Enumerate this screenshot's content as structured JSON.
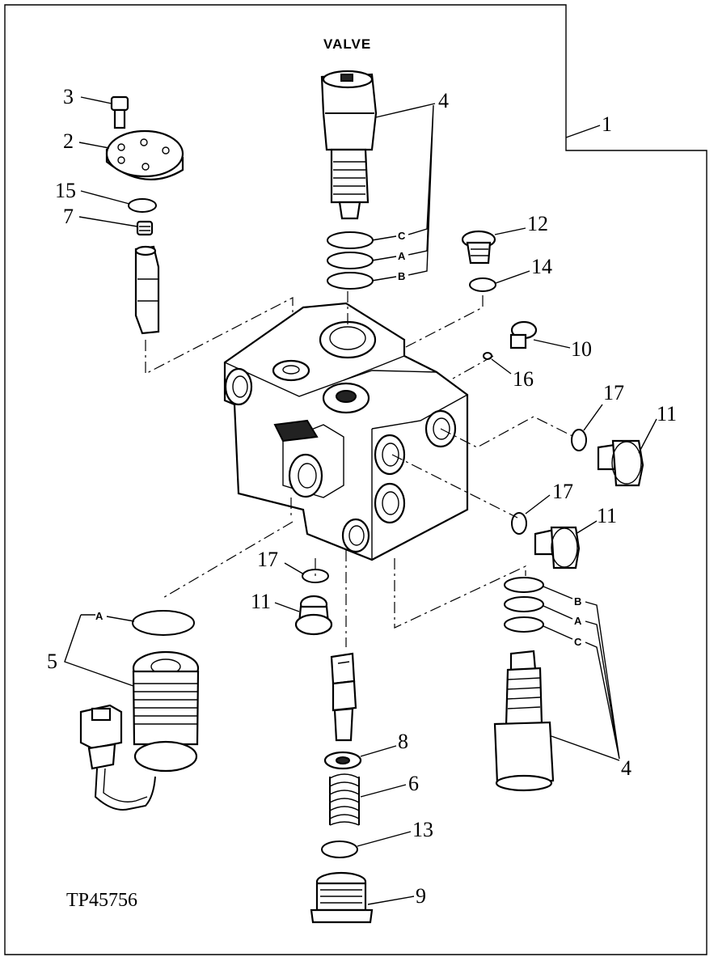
{
  "title": "VALVE",
  "figure_id": "TP45756",
  "callouts": {
    "c1": "1",
    "c2": "2",
    "c3": "3",
    "c4_top": "4",
    "c4_bottom": "4",
    "c5": "5",
    "c6": "6",
    "c7": "7",
    "c8": "8",
    "c9": "9",
    "c10": "10",
    "c11_right_top": "11",
    "c11_right_mid": "11",
    "c11_left": "11",
    "c12": "12",
    "c13": "13",
    "c14": "14",
    "c15": "15",
    "c16": "16",
    "c17_top": "17",
    "c17_mid": "17",
    "c17_left": "17"
  },
  "ring_letters": {
    "top_c": "C",
    "top_a": "A",
    "top_b": "B",
    "bottom_b": "B",
    "bottom_a": "A",
    "bottom_c": "C",
    "solenoid_a": "A"
  }
}
